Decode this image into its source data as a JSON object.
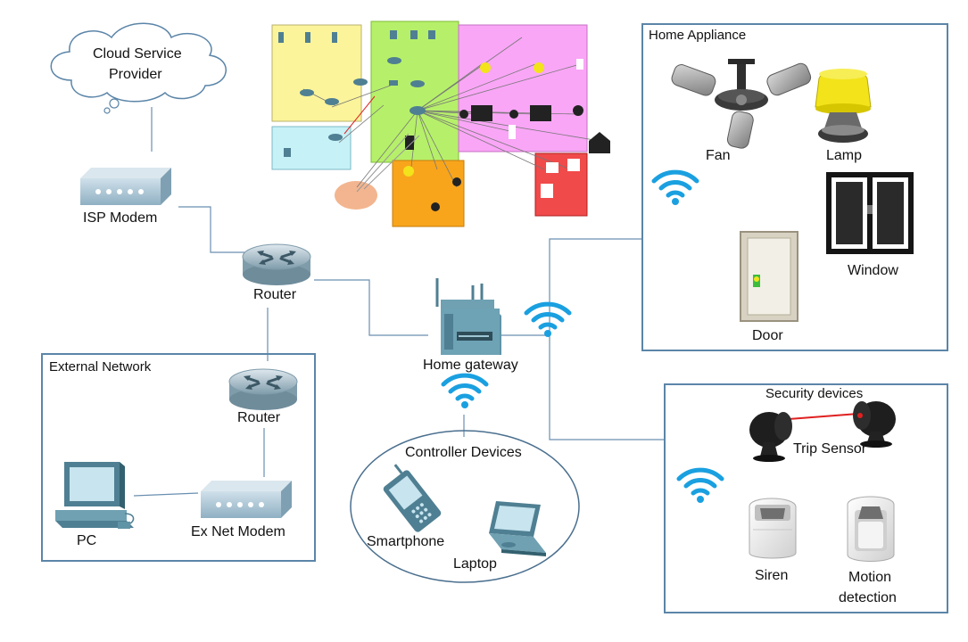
{
  "cloud": {
    "label": "Cloud Service\nProvider",
    "label_line1": "Cloud Service",
    "label_line2": "Provider"
  },
  "devices": {
    "isp_modem": "ISP Modem",
    "router_main": "Router",
    "home_gateway": "Home gateway",
    "router_ext": "Router",
    "pc": "PC",
    "ex_net_modem": "Ex Net Modem",
    "smartphone": "Smartphone",
    "laptop": "Laptop"
  },
  "groups": {
    "external_network": "External Network",
    "controller_devices": "Controller Devices",
    "home_appliance": "Home Appliance",
    "security_devices": "Security devices"
  },
  "appliances": {
    "fan": "Fan",
    "lamp": "Lamp",
    "window": "Window",
    "door": "Door"
  },
  "security": {
    "trip_sensor": "Trip Sensor",
    "siren": "Siren",
    "motion_line1": "Motion",
    "motion_line2": "detection"
  },
  "colors": {
    "box_border": "#5b85a8",
    "wifi": "#1aa0e0",
    "line": "#6a8fb0",
    "device_body": "#a9c4d4",
    "device_dark": "#4f7f92",
    "lamp_yellow": "#f2e31b",
    "laser": "#e02020"
  }
}
